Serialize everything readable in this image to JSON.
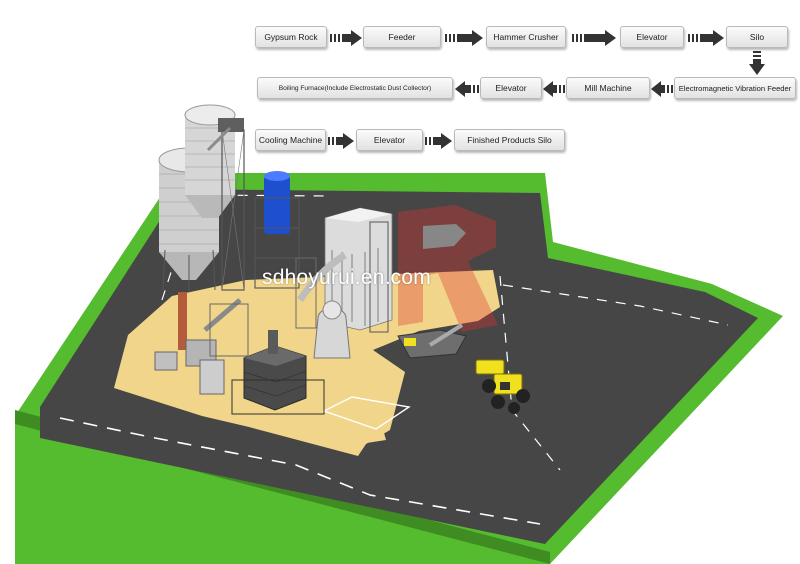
{
  "flow": {
    "gypsum_rock": "Gypsum Rock",
    "feeder": "Feeder",
    "hammer_crusher": "Hammer Crusher",
    "elevator_1": "Elevator",
    "silo": "Silo",
    "vibration_feeder": "Electromagnetic Vibration Feeder",
    "mill_machine": "Mill Machine",
    "elevator_2": "Elevator",
    "boiling_furnace": "Boiling Furnace(Include Electrostatic Dust Collector)",
    "cooling_machine": "Cooling Machine",
    "elevator_3": "Elevator",
    "finished_silo": "Finished Products Silo"
  },
  "watermark": {
    "text": "sdhoyurui.en.com"
  },
  "colors": {
    "ground_green": "#55bb2f",
    "asphalt": "#454545",
    "sand": "#f0d58a",
    "road_line": "#ffffff",
    "steel": "#c8c8c8",
    "dryer_blue": "#1e4fcf",
    "loader_yellow": "#f0e020",
    "brand_red": "#e0332d"
  },
  "icons": {
    "flow_arrow": "striped-right-arrow",
    "down_arrow": "striped-down-arrow",
    "back_arrow": "striped-left-arrow"
  }
}
